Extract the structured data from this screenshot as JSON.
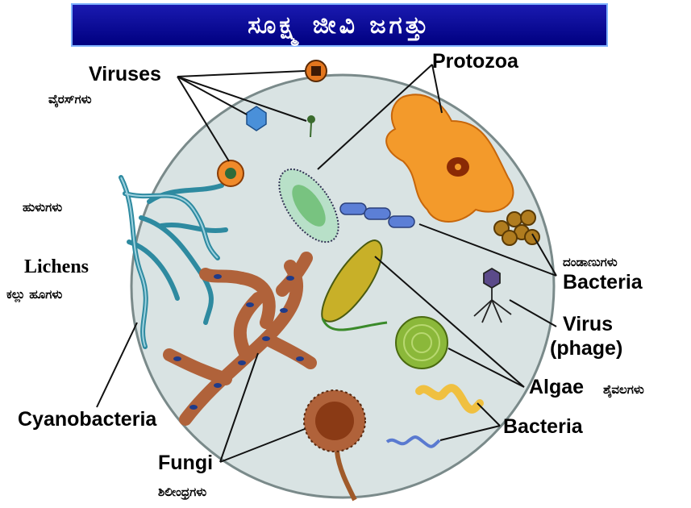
{
  "title": "ಸೂಕ್ಷ್ಮ ಜೀವಿ ಜಗತ್ತು",
  "labels": {
    "viruses": "Viruses",
    "viruses_kn": "ವೈರಸ್‌ಗಳು",
    "protozoa": "Protozoa",
    "worms_kn": "ಹುಳುಗಳು",
    "lichens": "Lichens",
    "lichens_kn": "ಕಲ್ಲು ಹೂಗಳು",
    "bacteria_kn": "ದಂಡಾಣುಗಳು",
    "bacteria_top": "Bacteria",
    "virus_phage_1": "Virus",
    "virus_phage_2": "(phage)",
    "algae": "Algae",
    "algae_kn": "ಶೈವಲಗಳು",
    "cyanobacteria": "Cyanobacteria",
    "bacteria_bottom": "Bacteria",
    "fungi": "Fungi",
    "fungi_kn": "ಶಿಲೀಂಧ್ರಗಳು"
  },
  "colors": {
    "banner": "#000080",
    "circle_fill": "#d9e3e3",
    "protozoa": "#f39a2b",
    "hyphae": "#2e8aa0",
    "fungi": "#b0623a",
    "algae_green": "#8bb83a"
  }
}
